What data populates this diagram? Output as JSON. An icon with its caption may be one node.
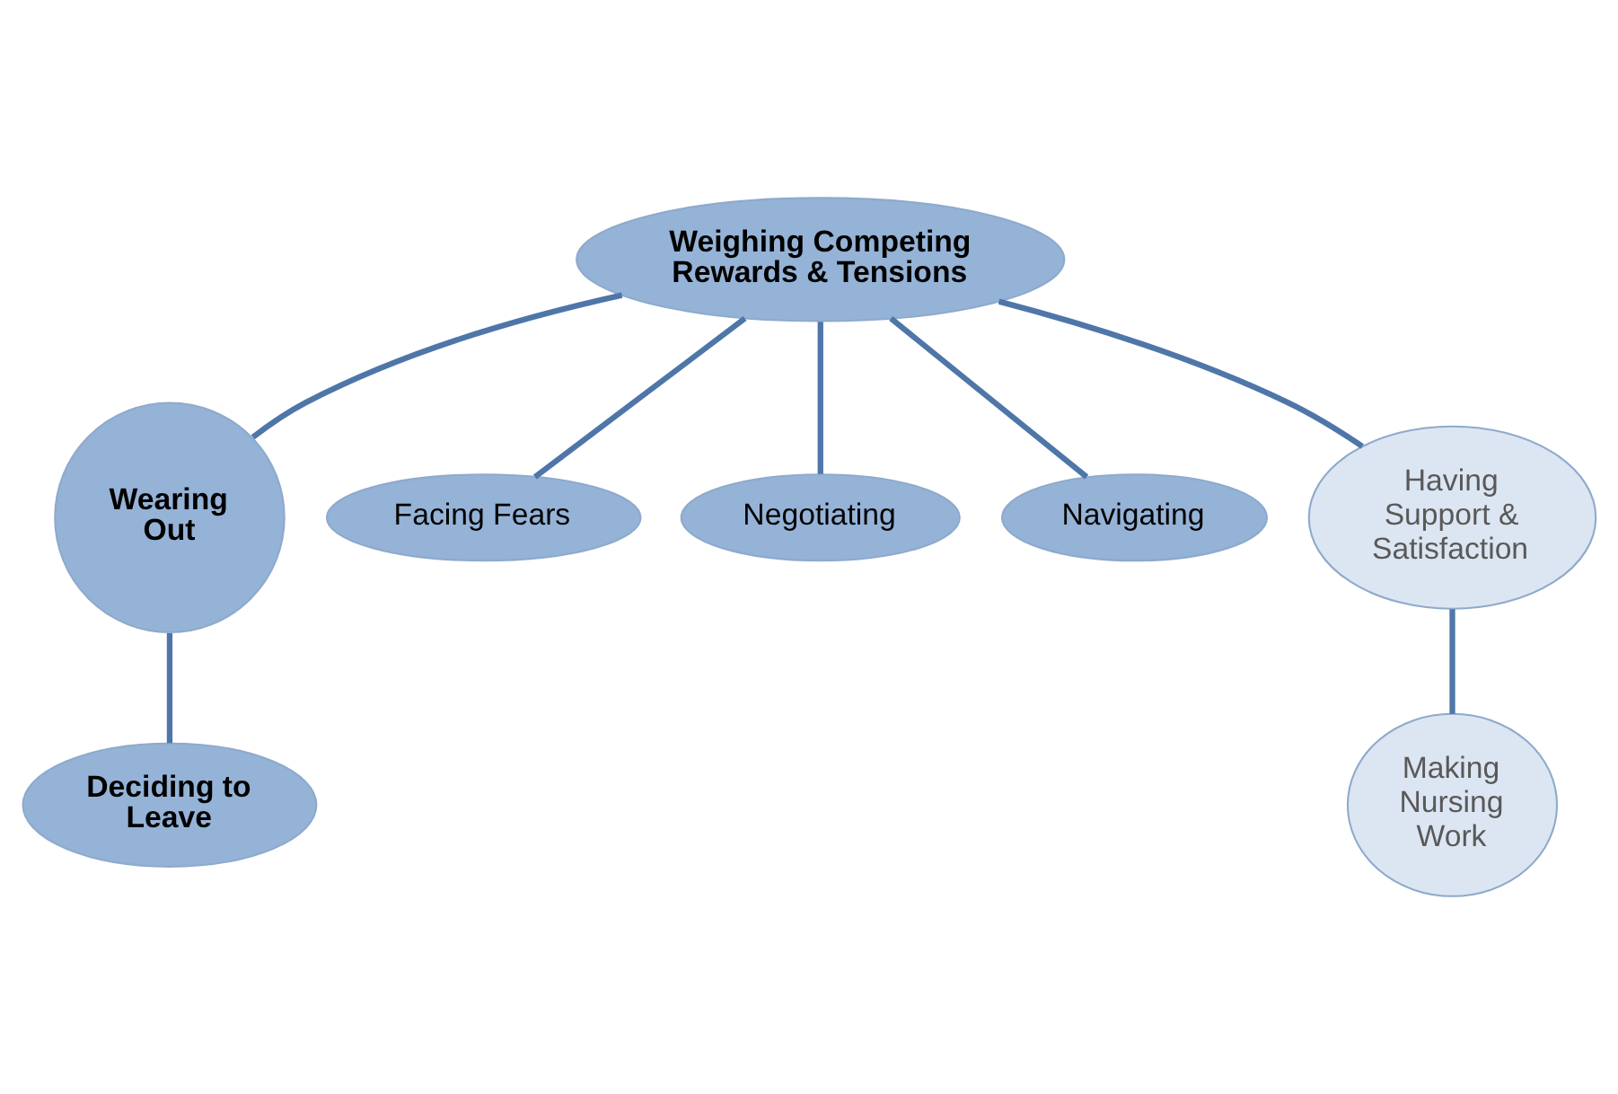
{
  "diagram": {
    "nodes": [
      {
        "text": [
          "Weighing Competing Rewards & Tensions"
        ]
      },
      {
        "text": [
          "Wearing Out"
        ]
      },
      {
        "text": [
          "Facing Fears"
        ]
      },
      {
        "text": [
          "Negotiating"
        ]
      },
      {
        "text": [
          "Navigating"
        ]
      },
      {
        "text": [
          "Having Support & Satisfaction"
        ]
      },
      {
        "text": [
          "Deciding to Leave"
        ]
      },
      {
        "text": [
          "Making Nursing Work"
        ]
      }
    ],
    "edges": [
      {
        "from": 0,
        "to": 1,
        "arrow": "none"
      },
      {
        "from": 0,
        "to": 2,
        "arrow": "none"
      },
      {
        "from": 0,
        "to": 3,
        "arrow": "none"
      },
      {
        "from": 0,
        "to": 4,
        "arrow": "none"
      },
      {
        "from": 0,
        "to": 5,
        "arrow": "none"
      },
      {
        "from": 1,
        "to": 6,
        "arrow": "none"
      },
      {
        "from": 5,
        "to": 7,
        "arrow": "none"
      }
    ]
  }
}
